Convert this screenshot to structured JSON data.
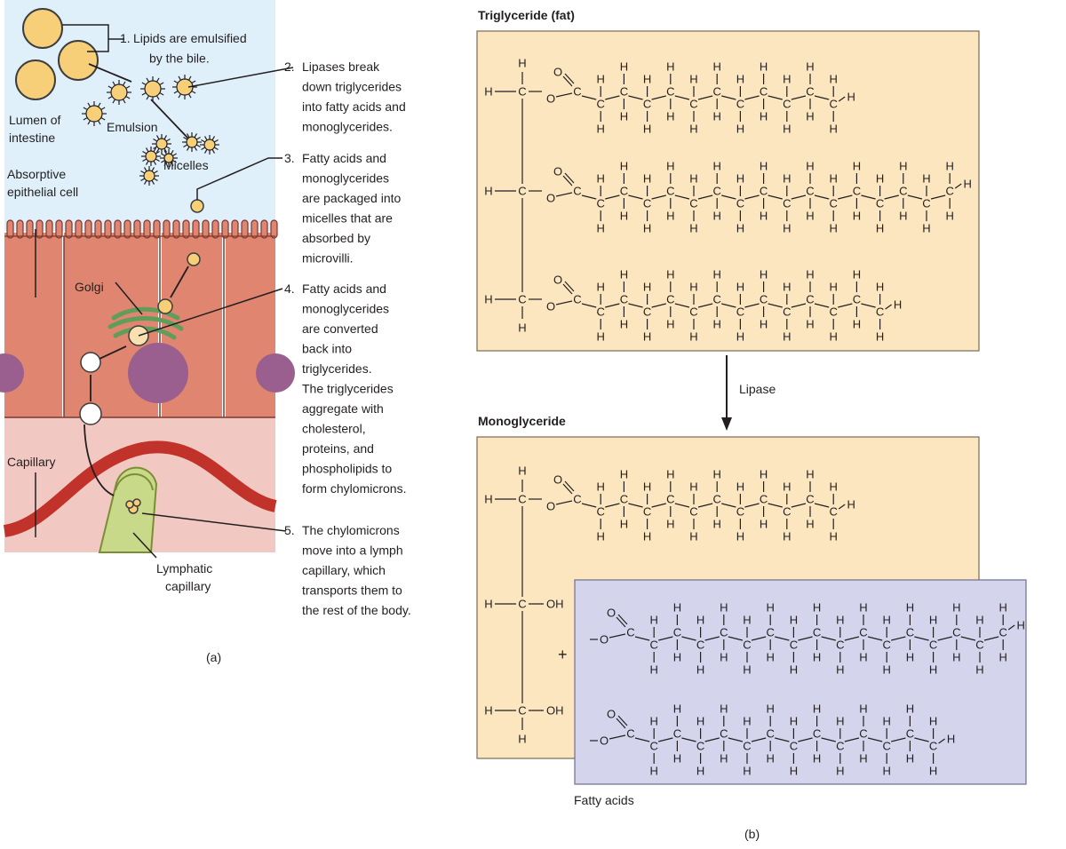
{
  "panel_a": {
    "caption": "(a)",
    "regions": {
      "lumen": "Lumen of intestine",
      "epithelial": "Absorptive epithelial cell",
      "capillary": "Capillary",
      "lymphatic": "Lymphatic capillary",
      "golgi": "Golgi",
      "emulsion": "Emulsion",
      "micelles": "Micelles"
    },
    "steps": [
      {
        "num": "1.",
        "lines": [
          "Lipids are emulsified",
          "by the bile."
        ]
      },
      {
        "num": "2.",
        "lines": [
          "Lipases break",
          "down triglycerides",
          "into fatty acids and",
          "monoglycerides."
        ]
      },
      {
        "num": "3.",
        "lines": [
          "Fatty acids and",
          "monoglycerides",
          "are packaged into",
          "micelles that are",
          "absorbed by",
          "microvilli."
        ]
      },
      {
        "num": "4.",
        "lines": [
          "Fatty acids and",
          "monoglycerides",
          "are converted",
          "back into",
          "triglycerides.",
          "The triglycerides",
          "aggregate with",
          "cholesterol,",
          "proteins, and",
          "phospholipids to",
          "form chylomicrons."
        ]
      },
      {
        "num": "5.",
        "lines": [
          "The chylomicrons",
          "move into a lymph",
          "capillary, which",
          "transports them to",
          "the rest of the body."
        ]
      }
    ],
    "colors": {
      "lumen": "#dff0fa",
      "cell": "#e08570",
      "nucleus": "#9b5f8f",
      "tissue": "#f2c9c2",
      "vessel": "#c0322a",
      "lymph": "#c9d98a",
      "droplet": "#f7cf78",
      "golgi": "#5f9e5a"
    }
  },
  "panel_b": {
    "caption": "(b)",
    "triglyceride_title": "Triglyceride (fat)",
    "monoglyceride_title": "Monoglyceride",
    "enzyme": "Lipase",
    "fatty_acids_label": "Fatty acids",
    "plus": "+",
    "atoms": {
      "carbon": "C",
      "hydrogen": "H",
      "oxygen": "O",
      "hydroxyl": "OH"
    },
    "triglyceride_chain_carbons": [
      11,
      16,
      13
    ],
    "monoglyceride_chain_carbons": 11,
    "fatty_acid_chain_carbons": [
      16,
      13
    ],
    "colors": {
      "fat_box": "#fbe6c0",
      "acid_box": "#d4d4ec",
      "box_border": "#7a6a55"
    }
  }
}
